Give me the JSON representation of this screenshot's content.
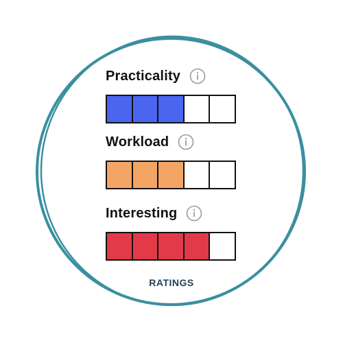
{
  "colors": {
    "ring": "#3a8fa0",
    "cell_border": "#111111",
    "icon": "#9a9a9a"
  },
  "ratings": [
    {
      "label": "Practicality",
      "info_icon": "info-icon",
      "filled": 3,
      "total": 5,
      "fill_color": "#4a66f0"
    },
    {
      "label": "Workload",
      "info_icon": "info-icon",
      "filled": 3,
      "total": 5,
      "fill_color": "#f3a564"
    },
    {
      "label": "Interesting",
      "info_icon": "info-icon",
      "filled": 4,
      "total": 5,
      "fill_color": "#e23a48"
    }
  ],
  "caption": "RATINGS"
}
